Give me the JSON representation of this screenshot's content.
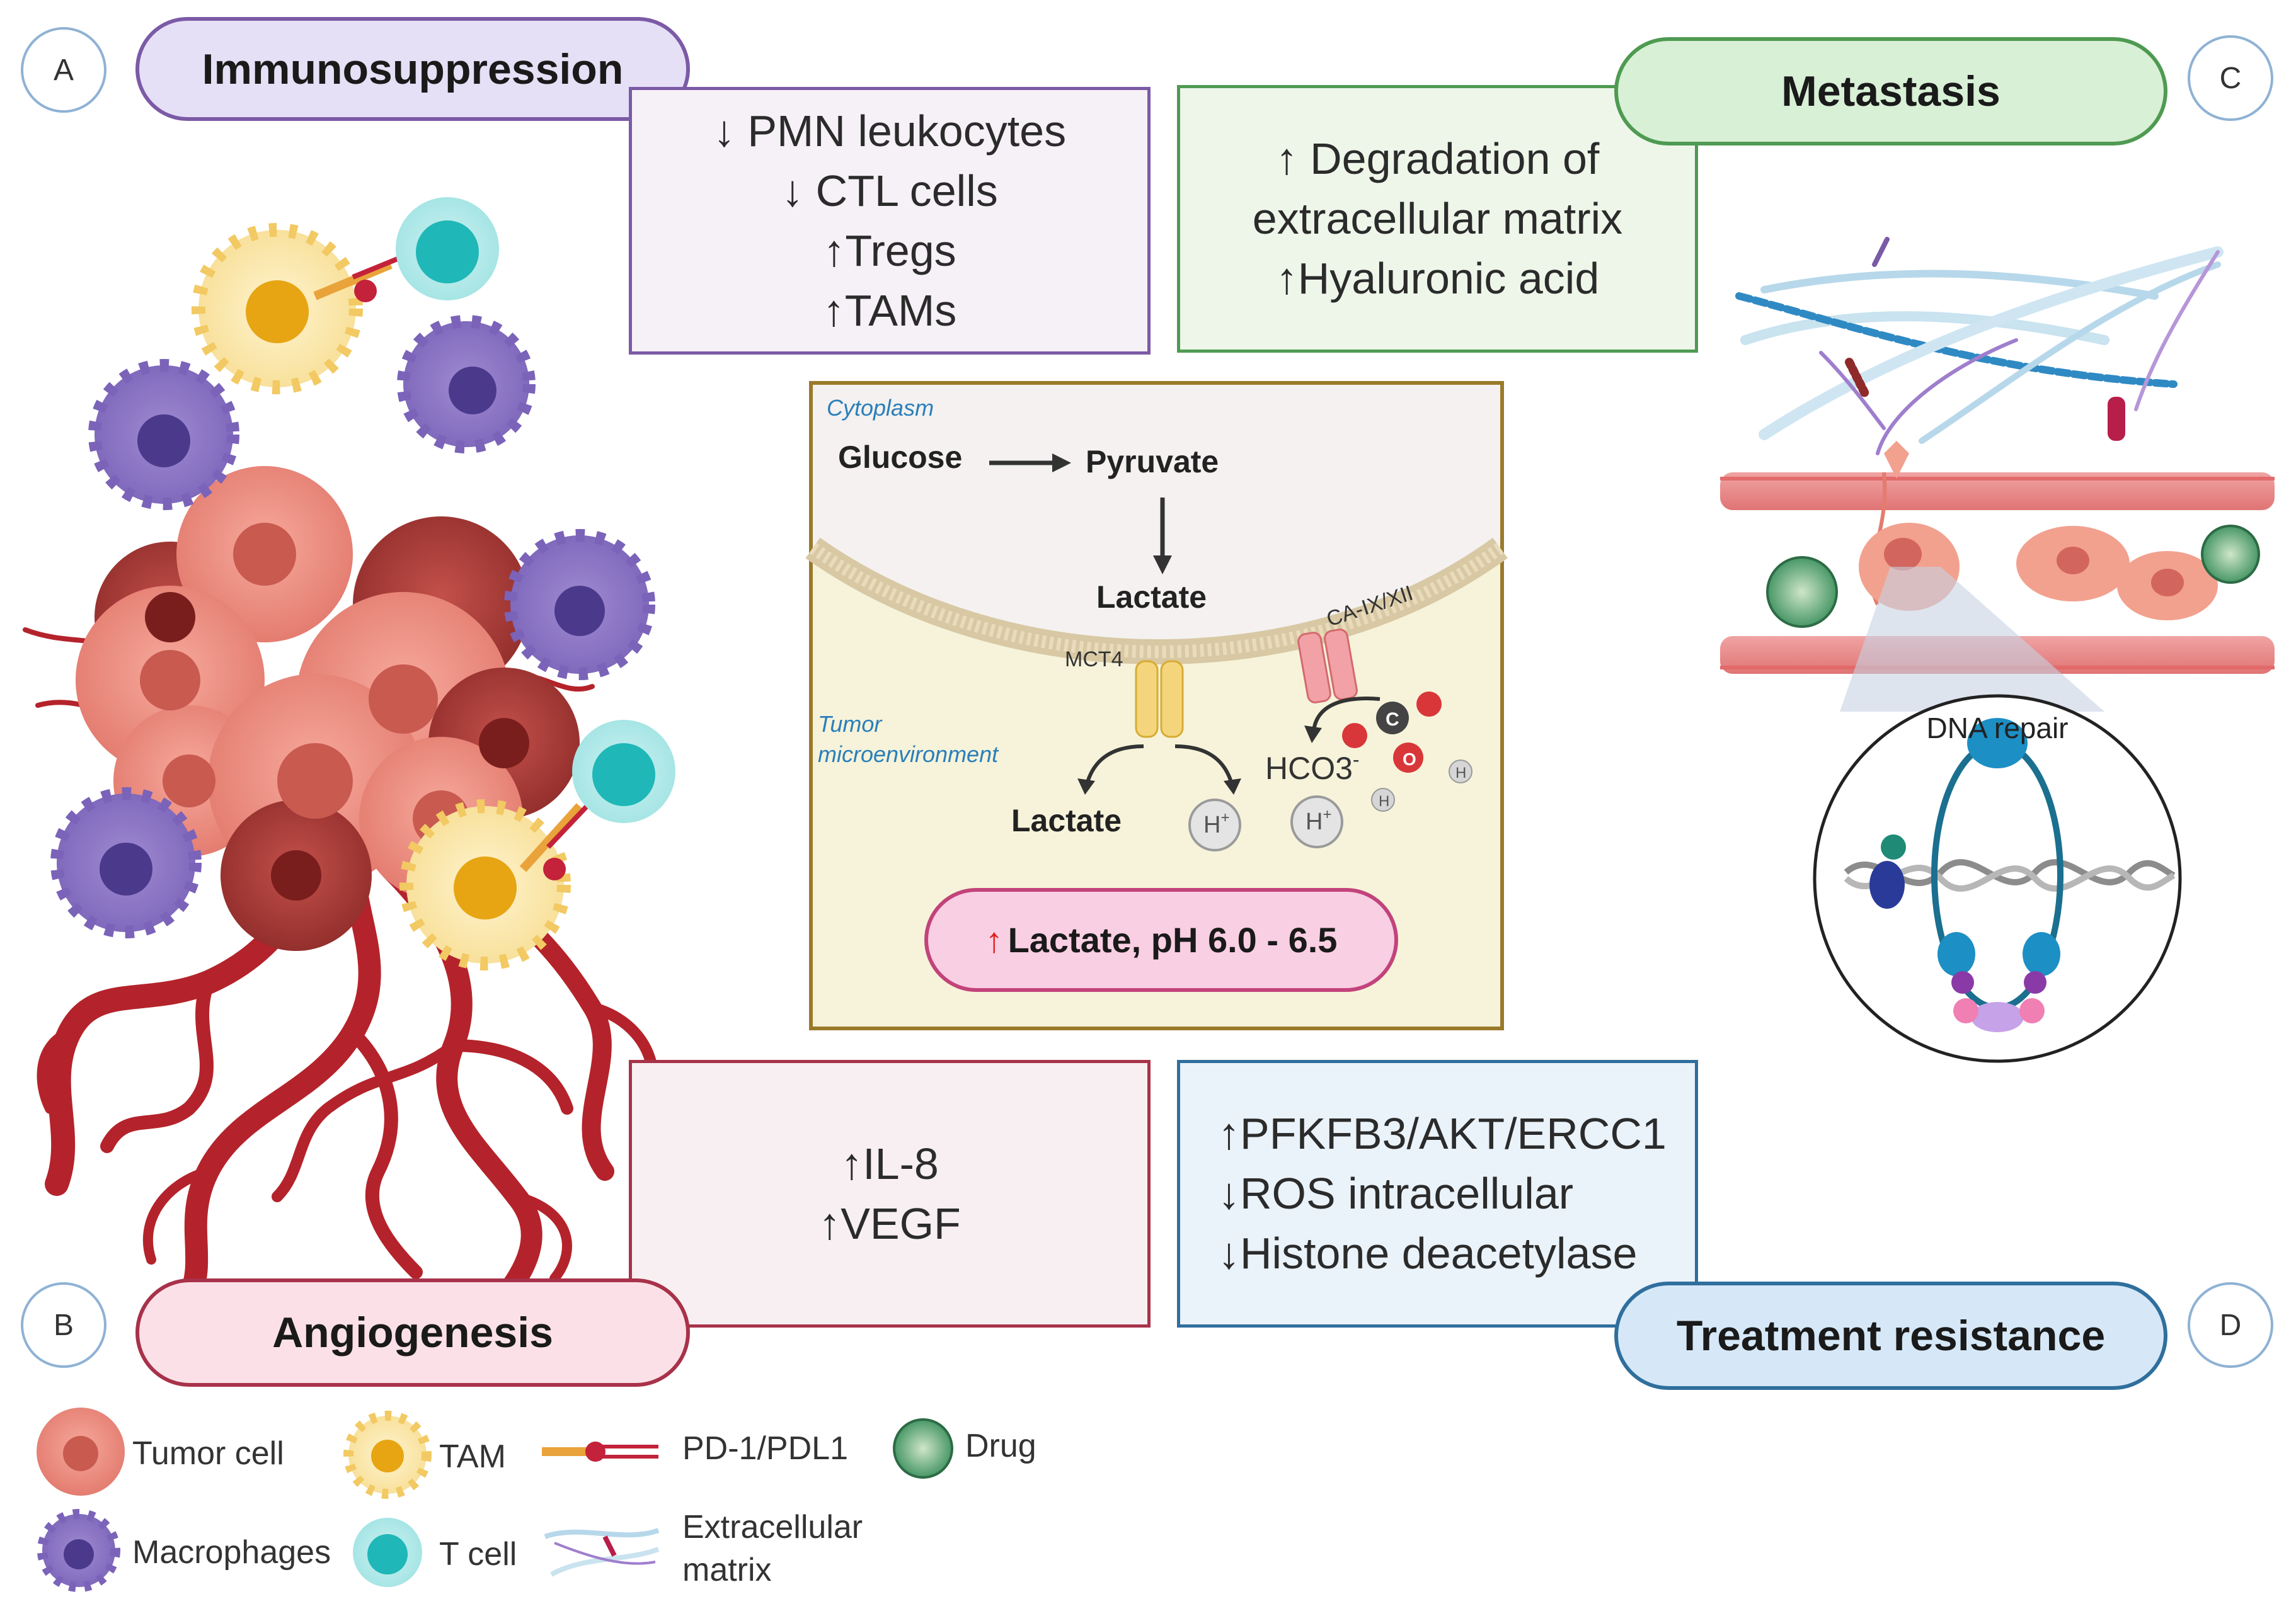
{
  "panels": {
    "immunosuppression": {
      "letter": "A",
      "title": "Immunosuppression",
      "items": [
        "↓ PMN leukocytes",
        "↓ CTL cells",
        "↑Tregs",
        "↑TAMs"
      ]
    },
    "metastasis": {
      "letter": "C",
      "title": "Metastasis",
      "items": [
        "↑ Degradation of",
        "extracellular matrix",
        "↑Hyaluronic acid"
      ]
    },
    "angiogenesis": {
      "letter": "B",
      "title": "Angiogenesis",
      "items": [
        "↑IL-8",
        "↑VEGF"
      ]
    },
    "treatment_resistance": {
      "letter": "D",
      "title": "Treatment resistance",
      "items": [
        "↑PFKFB3/AKT/ERCC1",
        "↓ROS intracellular",
        "↓Histone deacetylase"
      ]
    }
  },
  "center": {
    "cytoplasm_label": "Cytoplasm",
    "glucose": "Glucose",
    "pyruvate": "Pyruvate",
    "lactate_inside": "Lactate",
    "mct4": "MCT4",
    "ca": "CA-IX/XII",
    "tumor_env_line1": "Tumor",
    "tumor_env_line2": "microenvironment",
    "lactate_outside": "Lactate",
    "hco3": "HCO3",
    "hco3_sup": "-",
    "h_plus": "H",
    "h_plus_sup": "+",
    "carbon": "C",
    "oxygen": "O",
    "hydrogen": "H",
    "summary_arrow": "↑",
    "summary_text": "Lactate, pH 6.0 - 6.5"
  },
  "dna_repair_label": "DNA repair",
  "legend": {
    "tumor_cell": "Tumor cell",
    "tam": "TAM",
    "pd1": "PD-1/PDL1",
    "drug": "Drug",
    "macrophages": "Macrophages",
    "t_cell": "T cell",
    "ecm_line1": "Extracellular",
    "ecm_line2": "matrix"
  },
  "colors": {
    "immuno_border": "#7b5aa6",
    "immuno_fill": "#f6f1f6",
    "immuno_pill": "#e5e0f6",
    "metastasis_border": "#4f9a52",
    "metastasis_fill": "#eef6ea",
    "metastasis_pill": "#d8f0d5",
    "angio_border": "#a8324a",
    "angio_fill": "#f7eff2",
    "angio_pill": "#fbe1e7",
    "resist_border": "#2f6f9d",
    "resist_fill": "#eaf2fa",
    "resist_pill": "#d6e8f7",
    "center_border": "#9a7a2a",
    "center_fill": "#f5f2d8",
    "summary_pill": "#f9cfe3",
    "summary_border": "#c2437b"
  }
}
